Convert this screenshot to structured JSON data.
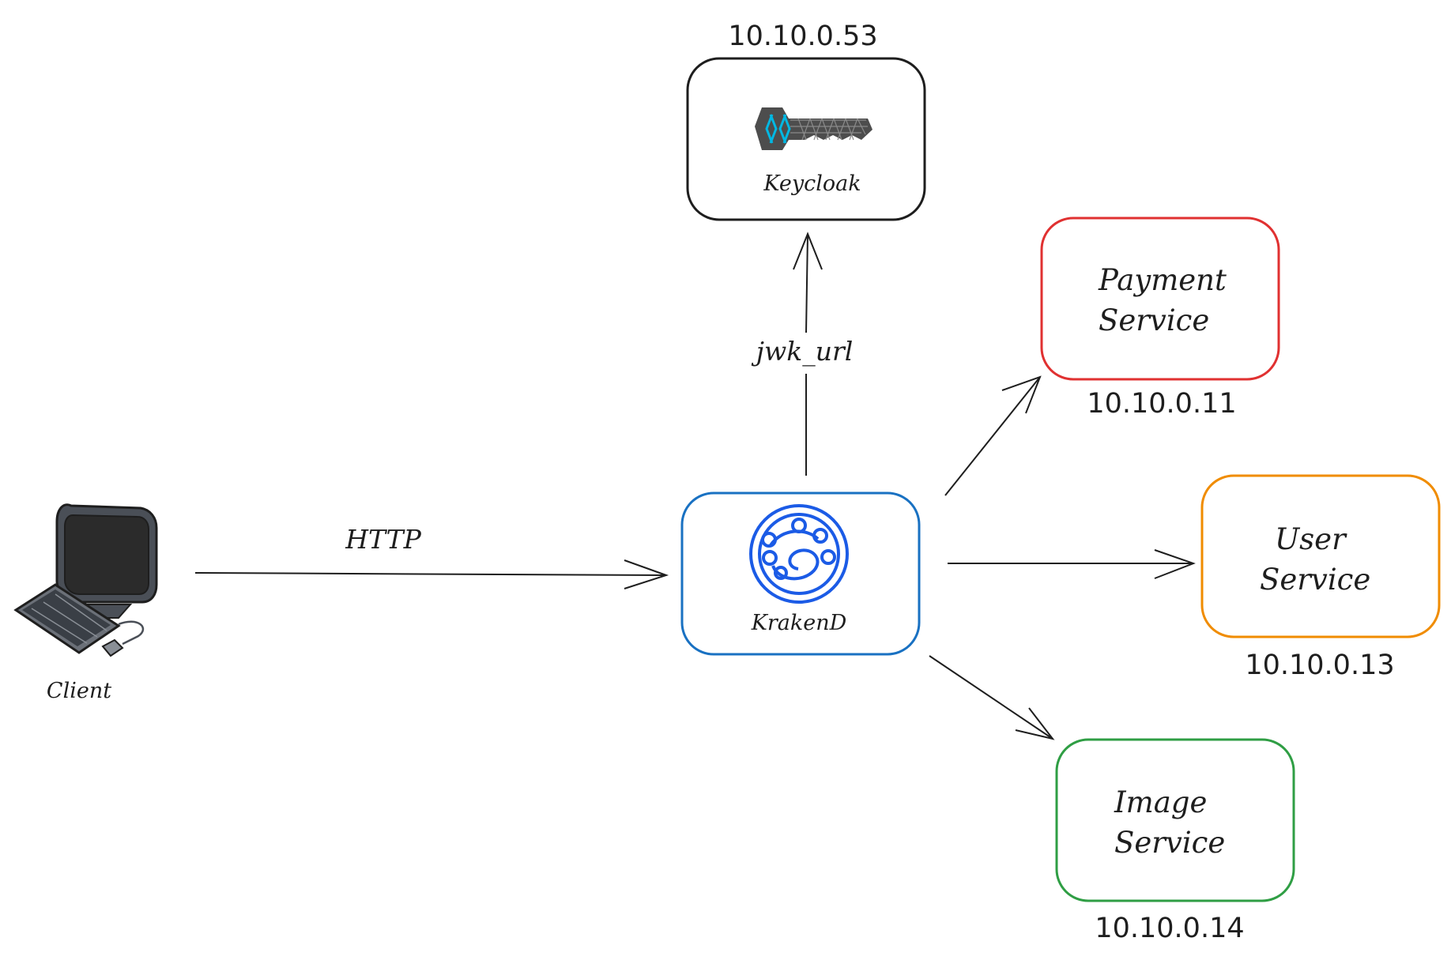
{
  "nodes": {
    "keycloak": {
      "name": "Keycloak",
      "ip": "10.10.0.53",
      "stroke": "#1e1e1e"
    },
    "krakend": {
      "name": "KrakenD",
      "stroke": "#1971c2"
    },
    "client": {
      "name": "Client"
    },
    "payment": {
      "line1": "Payment",
      "line2": "Service",
      "ip": "10.10.0.11",
      "stroke": "#e03131"
    },
    "user": {
      "line1": "User",
      "line2": "Service",
      "ip": "10.10.0.13",
      "stroke": "#f08c00"
    },
    "image": {
      "line1": "Image",
      "line2": "Service",
      "ip": "10.10.0.14",
      "stroke": "#2f9e44"
    }
  },
  "edges": {
    "client_to_krakend": {
      "label": "HTTP"
    },
    "krakend_to_keycloak": {
      "label": "jwk_url"
    }
  },
  "icons": {
    "keycloak": "keycloak-key-icon",
    "krakend": "krakend-logo-icon",
    "client": "desktop-computer-icon"
  }
}
